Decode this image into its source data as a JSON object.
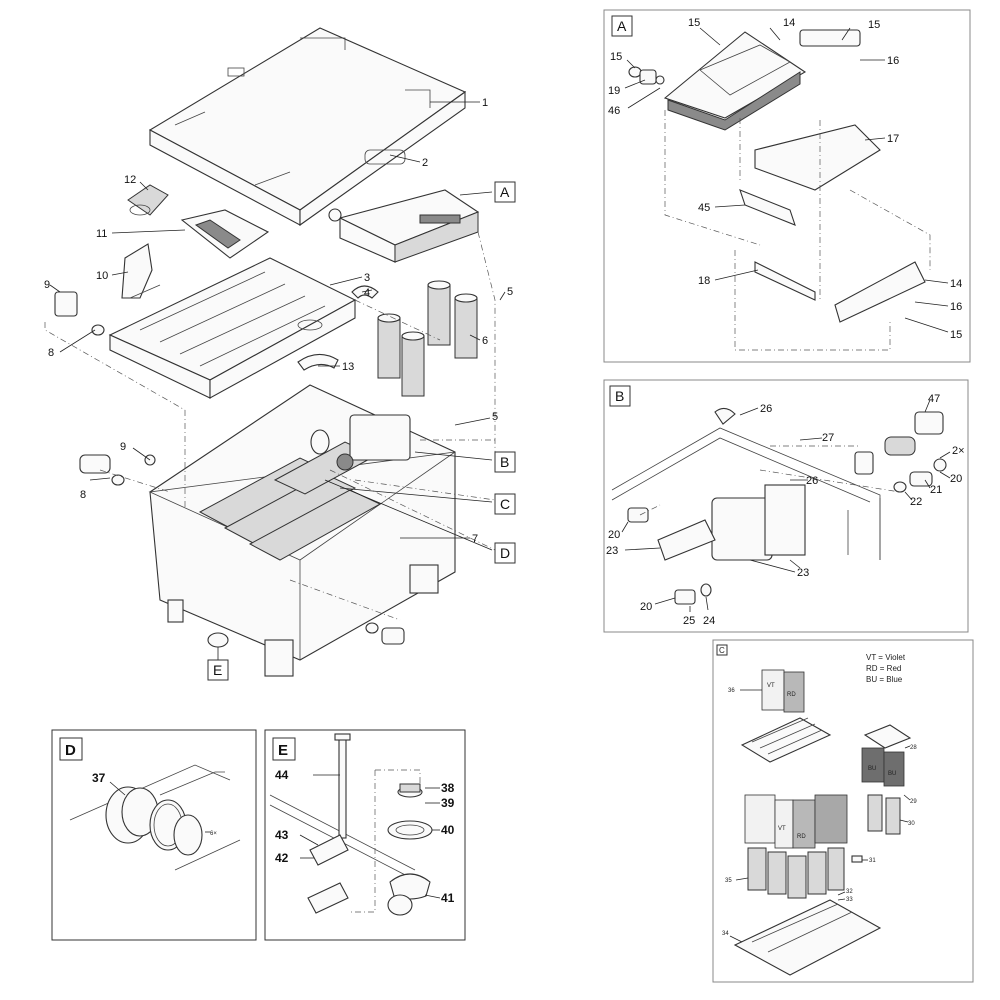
{
  "main": {
    "labels": [
      "1",
      "2",
      "3",
      "4",
      "5",
      "5",
      "6",
      "7",
      "8",
      "8",
      "9",
      "9",
      "10",
      "11",
      "12",
      "13"
    ],
    "refs": [
      "A",
      "B",
      "C",
      "D",
      "E"
    ]
  },
  "panel_a": {
    "letter": "A",
    "labels": [
      "15",
      "14",
      "15",
      "16",
      "15",
      "19",
      "46",
      "17",
      "45",
      "18",
      "14",
      "16",
      "15"
    ]
  },
  "panel_b": {
    "letter": "B",
    "labels": [
      "26",
      "47",
      "27",
      "2×",
      "26",
      "20",
      "21",
      "22",
      "20",
      "23",
      "23",
      "20",
      "25",
      "24"
    ]
  },
  "panel_c": {
    "letter": "C",
    "legend": [
      "VT = Violet",
      "RD = Red",
      "BU = Blue"
    ],
    "box_labels": [
      "VT",
      "RD",
      "BU",
      "BU",
      "VT",
      "RD"
    ],
    "labels": [
      "36",
      "28",
      "29",
      "30",
      "31",
      "35",
      "32",
      "33",
      "34"
    ]
  },
  "panel_d": {
    "letter": "D",
    "labels": [
      "37",
      "6×"
    ]
  },
  "panel_e": {
    "letter": "E",
    "labels": [
      "44",
      "38",
      "39",
      "43",
      "40",
      "42",
      "41"
    ]
  },
  "colors": {
    "line": "#333333",
    "violet_box": "#f2f2f2",
    "red_box": "#b8b8b8",
    "blue_box": "#6e6e6e"
  }
}
